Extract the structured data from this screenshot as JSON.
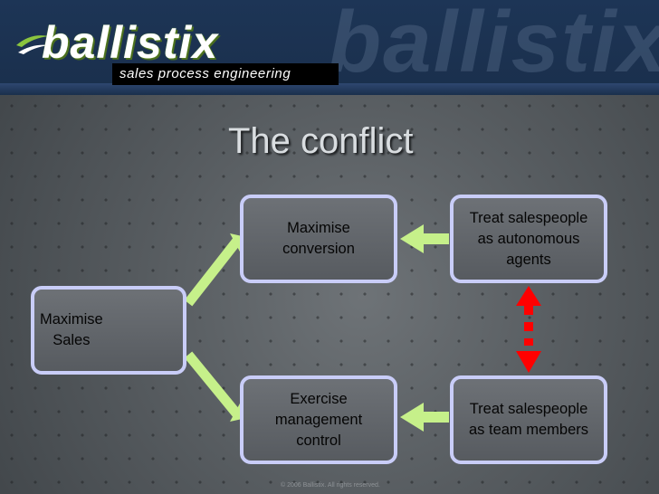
{
  "header": {
    "logo_text": "ballistix",
    "watermark_text": "ballistix",
    "tagline": "sales process engineering"
  },
  "slide": {
    "title": "The conflict",
    "boxes": {
      "goal": "Maximise\nSales",
      "req1": "Maximise\nconversion",
      "req2": "Exercise\nmanagement\ncontrol",
      "pre1": "Treat salespeople\nas autonomous\nagents",
      "pre2": "Treat salespeople\nas team members"
    }
  },
  "colors": {
    "arrow_green": "#c6f08a",
    "conflict_red": "#ff0000",
    "box_border": "#c9cdf8"
  },
  "footer": "© 2006 Ballistix.  All rights reserved."
}
